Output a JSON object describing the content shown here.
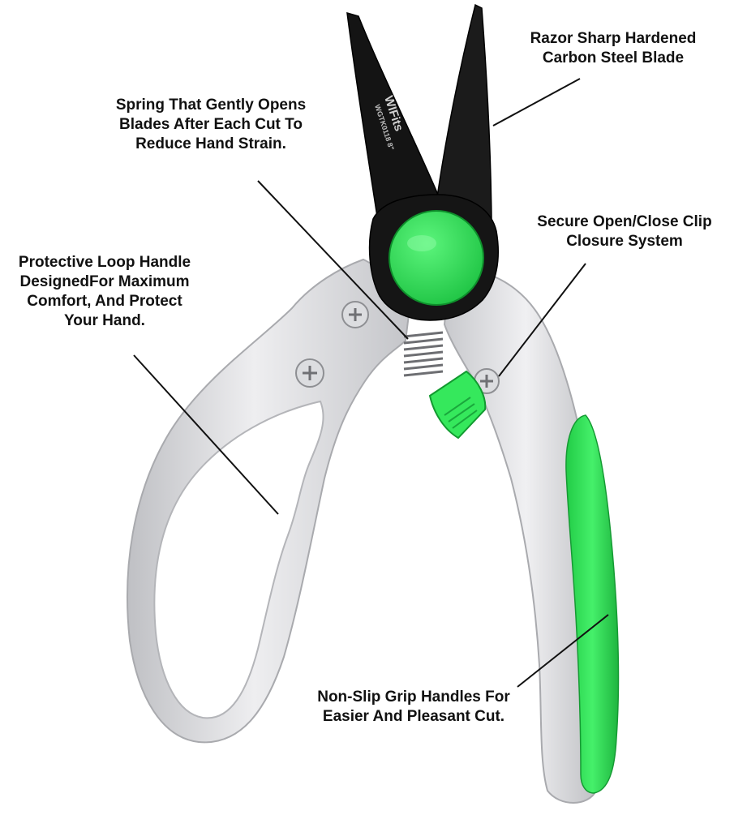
{
  "brand": {
    "logo_text": "WIFits",
    "model_text": "WGTK0118 8\""
  },
  "callouts": {
    "blade": {
      "lines": [
        "Razor Sharp Hardened",
        "Carbon Steel Blade"
      ]
    },
    "spring": {
      "lines": [
        "Spring That Gently Opens",
        "Blades After Each Cut To",
        "Reduce Hand Strain."
      ]
    },
    "clip": {
      "lines": [
        "Secure Open/Close Clip",
        "Closure System"
      ]
    },
    "loop": {
      "lines": [
        "Protective Loop Handle",
        "DesignedFor Maximum",
        "Comfort, And Protect",
        "Your Hand."
      ]
    },
    "grip": {
      "lines": [
        "Non-Slip Grip Handles For",
        "Easier And Pleasant Cut."
      ]
    }
  },
  "colors": {
    "accent_green": "#33e65a",
    "blade_black": "#111111",
    "handle_silver": "#d9d9dc",
    "text": "#111111"
  },
  "icons": [
    "pruning-shears",
    "pivot-knob",
    "spring",
    "screw",
    "lock-clip",
    "grip-strip"
  ]
}
